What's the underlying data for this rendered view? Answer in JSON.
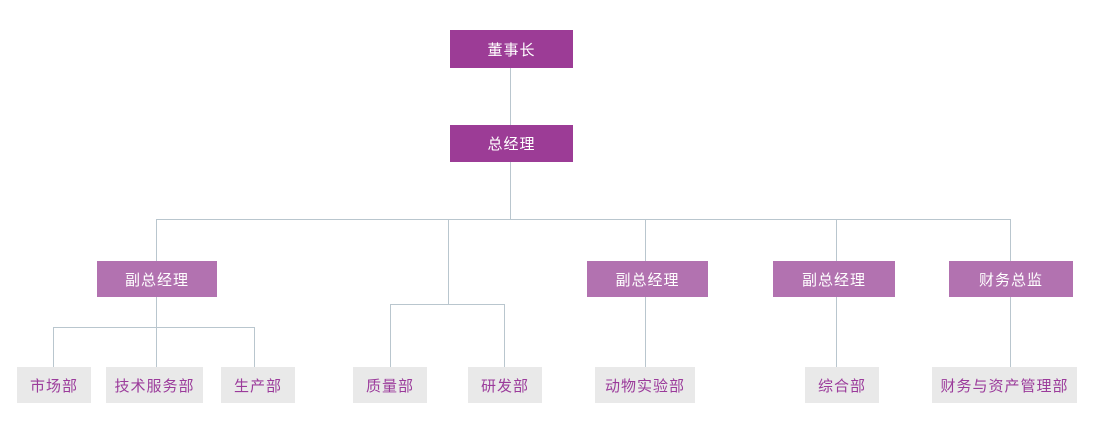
{
  "diagram": {
    "type": "org-chart",
    "colors": {
      "executive_fill": "#9C3C96",
      "manager_fill": "#B272B0",
      "department_fill": "#E9E9E9",
      "department_text": "#9B3B9B",
      "box_text": "#FFFFFF",
      "connector_line": "#B9C6CE",
      "background": "#FFFFFF"
    },
    "nodes": {
      "chairman": "董事长",
      "general_manager": "总经理",
      "deputy_gm_1": "副总经理",
      "deputy_gm_2": "副总经理",
      "deputy_gm_3": "副总经理",
      "finance_director": "财务总监",
      "marketing_dept": "市场部",
      "tech_service_dept": "技术服务部",
      "production_dept": "生产部",
      "quality_dept": "质量部",
      "rd_dept": "研发部",
      "animal_lab_dept": "动物实验部",
      "general_affairs_dept": "综合部",
      "finance_asset_dept": "财务与资产管理部"
    },
    "hierarchy": [
      {
        "parent": "董事长",
        "children": [
          "总经理"
        ]
      },
      {
        "parent": "总经理",
        "children": [
          "副总经理(左)",
          "质量部/研发部分支",
          "副总经理(中)",
          "副总经理(右)",
          "财务总监"
        ]
      },
      {
        "parent": "副总经理(左)",
        "children": [
          "市场部",
          "技术服务部",
          "生产部"
        ]
      },
      {
        "parent": "质量部/研发部分支",
        "children": [
          "质量部",
          "研发部"
        ]
      },
      {
        "parent": "副总经理(中)",
        "children": [
          "动物实验部"
        ]
      },
      {
        "parent": "副总经理(右)",
        "children": [
          "综合部"
        ]
      },
      {
        "parent": "财务总监",
        "children": [
          "财务与资产管理部"
        ]
      }
    ]
  }
}
